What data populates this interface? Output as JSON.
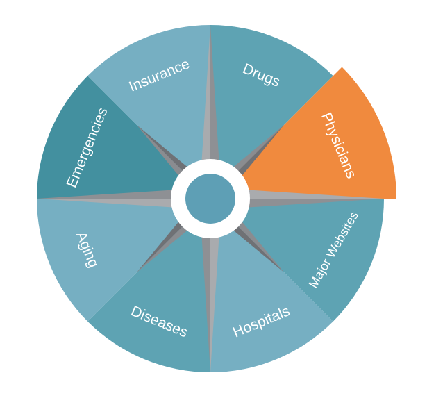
{
  "wheel": {
    "segments": [
      {
        "label": "Drugs",
        "color": "#5ea3b3",
        "active": false
      },
      {
        "label": "Physicians",
        "color": "#f08a3e",
        "active": true
      },
      {
        "label": "Major Websites",
        "color": "#5ea3b3",
        "active": false
      },
      {
        "label": "Hospitals",
        "color": "#76afc2",
        "active": false
      },
      {
        "label": "Diseases",
        "color": "#5ea3b3",
        "active": false
      },
      {
        "label": "Aging",
        "color": "#76afc2",
        "active": false
      },
      {
        "label": "Emergencies",
        "color": "#43909f",
        "active": false
      },
      {
        "label": "Insurance",
        "color": "#76afc2",
        "active": false
      }
    ],
    "compass_colors": {
      "cardinal_light": "#a9abae",
      "cardinal_dark": "#8e9094",
      "diagonal_light": "#8a8c90",
      "diagonal_dark": "#6f7175"
    },
    "hub_ring_color": "#ffffff",
    "hub_color": "#5e9fb5"
  }
}
